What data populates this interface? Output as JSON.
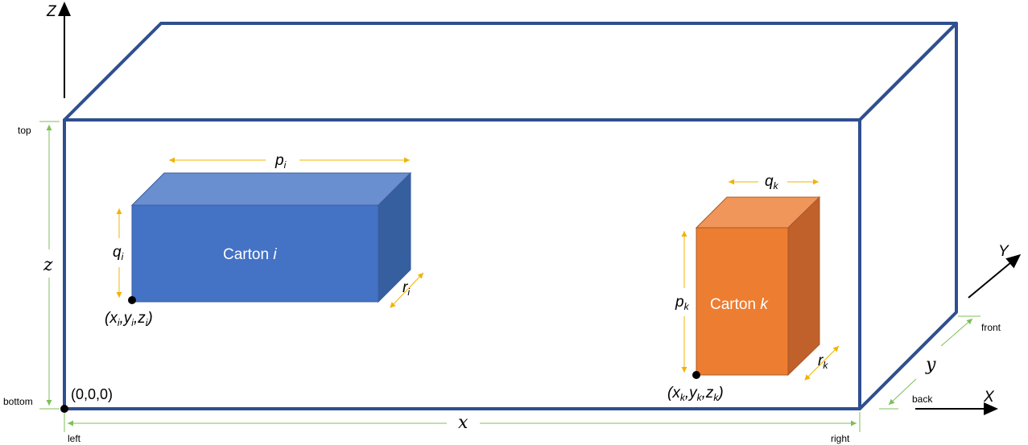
{
  "colors": {
    "container_edge": "#2f4f8f",
    "carton_i_front": "#4472c4",
    "carton_i_top": "#6a8fd0",
    "carton_i_side": "#355f9f",
    "carton_k_front": "#ed7d31",
    "carton_k_top": "#f0965a",
    "carton_k_side": "#c0602a",
    "dimension_arrow": "#f0b400",
    "container_dimension": "#7fbf5a"
  },
  "axes": {
    "z_label": "Z",
    "y_label": "Y",
    "x_label": "X"
  },
  "container": {
    "top": "top",
    "bottom": "bottom",
    "left": "left",
    "right": "right",
    "front": "front",
    "back": "back",
    "z_dim": "z",
    "x_dim": "x",
    "y_dim": "y",
    "origin": "(0,0,0)"
  },
  "carton_i": {
    "title": "Carton ",
    "title_var": "i",
    "p": "p",
    "p_sub": "i",
    "q": "q",
    "q_sub": "i",
    "r": "r",
    "r_sub": "i",
    "coord": {
      "open": "(",
      "x": "x",
      "x_sub": "i",
      "c1": ",",
      "y": "y",
      "y_sub": "i",
      "c2": ",",
      "z": "z",
      "z_sub": "i",
      "close": ")"
    }
  },
  "carton_k": {
    "title": "Carton ",
    "title_var": "k",
    "p": "p",
    "p_sub": "k",
    "q": "q",
    "q_sub": "k",
    "r": "r",
    "r_sub": "k",
    "coord": {
      "open": "(",
      "x": "x",
      "x_sub": "k",
      "c1": ",",
      "y": "y",
      "y_sub": "k",
      "c2": ",",
      "z": "z",
      "z_sub": "k",
      "close": ")"
    }
  }
}
